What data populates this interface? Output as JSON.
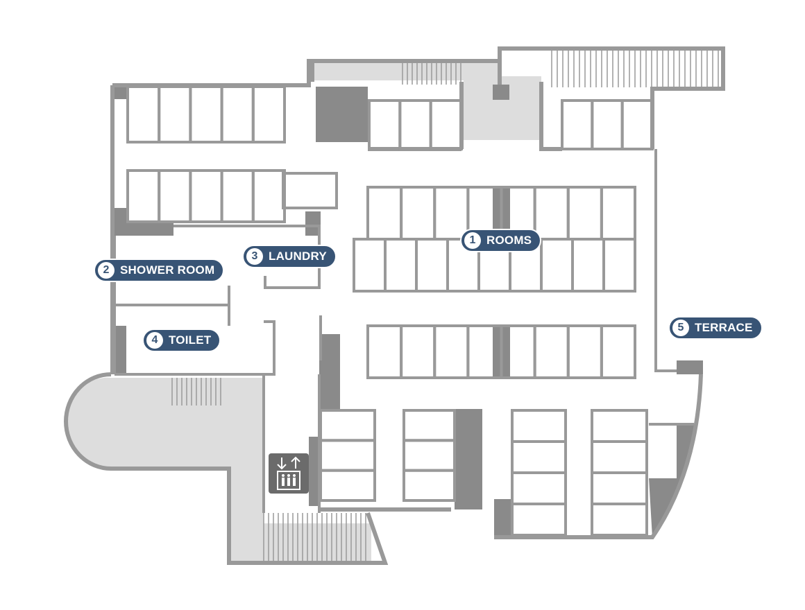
{
  "title": "Floor plan",
  "colors": {
    "label_bg": "#385475",
    "wall": "#999999",
    "dark": "#8a8a8a",
    "light_fill": "#dddddd"
  },
  "labels": [
    {
      "number": "1",
      "text": "ROOMS"
    },
    {
      "number": "2",
      "text": "SHOWER ROOM"
    },
    {
      "number": "3",
      "text": "LAUNDRY"
    },
    {
      "number": "4",
      "text": "TOILET"
    },
    {
      "number": "5",
      "text": "TERRACE"
    }
  ],
  "icons": {
    "elevator": "elevator-icon"
  }
}
